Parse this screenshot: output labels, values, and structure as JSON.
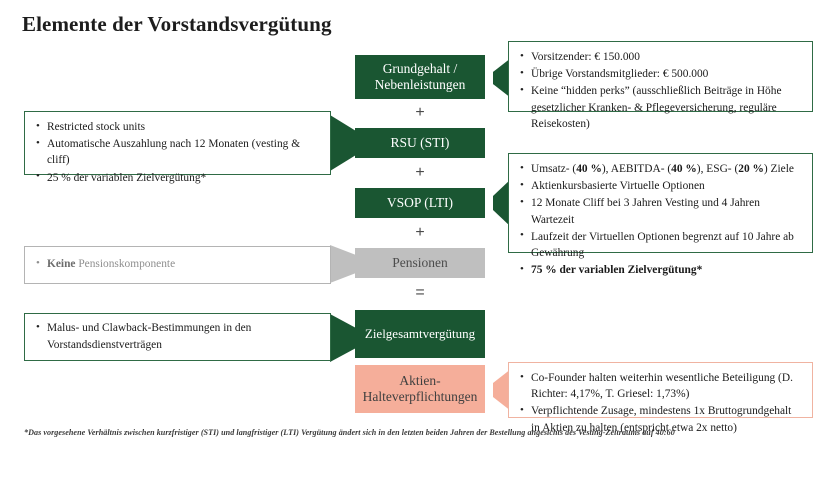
{
  "slide": {
    "title": "Elemente der Vorstandsvergütung",
    "footnote": "*Das vorgesehene Verhältnis zwischen kurzfristiger (STI) und langfristiger (LTI) Vergütung ändert sich in den letzten beiden Jahren der Bestellung angesichts des Vesting-Zeitraums auf 40:60"
  },
  "colors": {
    "green": "#1a5632",
    "grey": "#bfbfbf",
    "pink": "#f5ae9a",
    "callout_border_green": "#2f6b45",
    "callout_border_grey": "#b4b4b4",
    "callout_border_pink": "#f0b3a1",
    "text_dark": "#1a1a1a"
  },
  "center_column": {
    "pills": [
      {
        "id": "grundgehalt",
        "line1": "Grundgehalt /",
        "line2": "Nebenleistungen",
        "style": "green"
      },
      {
        "id": "rsu",
        "line1": "RSU (STI)",
        "line2": "",
        "style": "green"
      },
      {
        "id": "vsop",
        "line1": "VSOP (LTI)",
        "line2": "",
        "style": "green"
      },
      {
        "id": "pensionen",
        "line1": "Pensionen",
        "line2": "",
        "style": "grey"
      },
      {
        "id": "zielgesamt",
        "line1": "Zielgesamtvergütung",
        "line2": "",
        "style": "green"
      },
      {
        "id": "aktien",
        "line1": "Aktien-",
        "line2": "Halteverpflichtungen",
        "style": "pink"
      }
    ],
    "operators": [
      {
        "id": "plus-1",
        "symbol": "+"
      },
      {
        "id": "plus-2",
        "symbol": "+"
      },
      {
        "id": "plus-3",
        "symbol": "+"
      },
      {
        "id": "equals",
        "symbol": "="
      }
    ]
  },
  "callouts": {
    "grundgehalt": {
      "bullets": [
        "Vorsitzender: € 150.000",
        "Übrige Vorstandsmitglieder: € 500.000",
        "Keine “hidden perks” (ausschließlich Beiträge in Höhe gesetzlicher Kranken- & Pflegeversicherung, reguläre Reisekosten)"
      ]
    },
    "rsu": {
      "bullets": [
        "Restricted stock units",
        "Automatische Auszahlung nach 12 Monaten (vesting & cliff)",
        "25 % der variablen Zielvergütung*"
      ]
    },
    "vsop": {
      "bullets_html": [
        "Umsatz- (<b>40 %</b>), AEBITDA- (<b>40 %</b>), ESG- (<b>20 %</b>) Ziele",
        "Aktienkursbasierte Virtuelle Optionen",
        "12 Monate Cliff bei 3 Jahren Vesting und 4 Jahren Wartezeit",
        "Laufzeit der Virtuellen Optionen begrenzt auf 10 Jahre ab Gewährung",
        "<b>75 % der variablen Zielvergütung*</b>"
      ]
    },
    "pensionen": {
      "bullets_html": [
        "<b>Keine</b> Pensionskomponente"
      ]
    },
    "zielgesamt": {
      "bullets": [
        "Malus- und Clawback-Bestimmungen in den Vorstandsdienstverträgen"
      ]
    },
    "aktien": {
      "bullets": [
        "Co-Founder halten weiterhin wesentliche Beteiligung (D. Richter: 4,17%, T. Griesel: 1,73%)",
        "Verpflichtende Zusage, mindestens 1x Bruttogrundgehalt in Aktien zu halten (entspricht etwa 2x netto)"
      ]
    }
  }
}
